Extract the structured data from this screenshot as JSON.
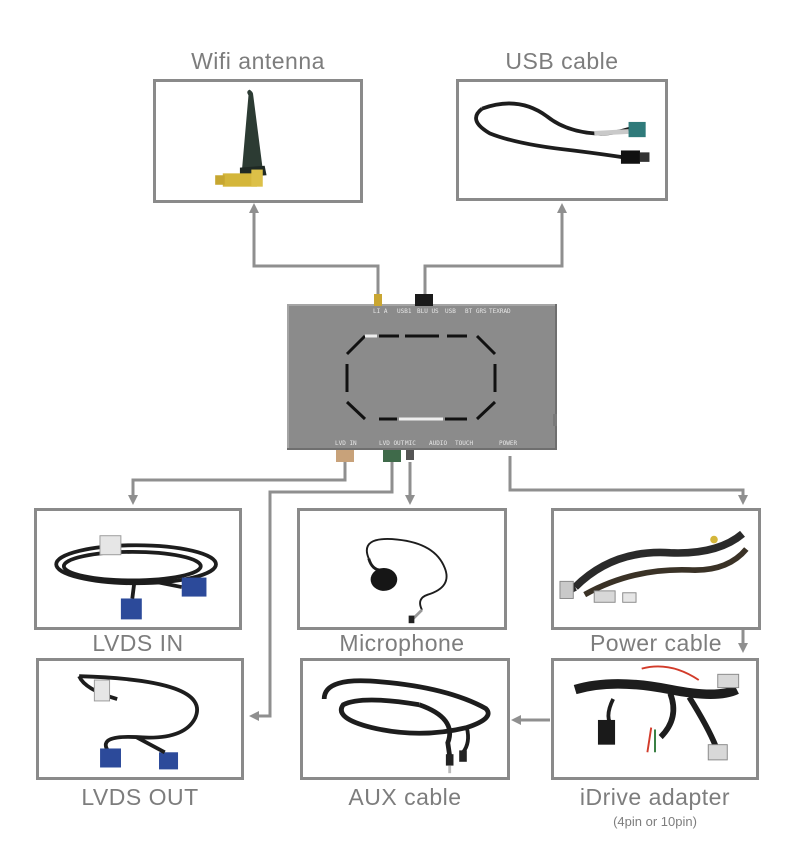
{
  "components": {
    "wifi_antenna": {
      "label": "Wifi antenna"
    },
    "usb_cable": {
      "label": "USB cable"
    },
    "lvds_in": {
      "label": "LVDS IN"
    },
    "microphone": {
      "label": "Microphone"
    },
    "power_cable": {
      "label": "Power cable"
    },
    "lvds_out": {
      "label": "LVDS OUT"
    },
    "aux_cable": {
      "label": "AUX cable"
    },
    "idrive_adapter": {
      "label": "iDrive adapter",
      "note": "(4pin or 10pin)"
    }
  },
  "colors": {
    "box_border": "#8a8a8a",
    "connector_line": "#8f8f8f",
    "label_text": "#7d7d7d",
    "device_body": "#8b8b8b",
    "cable_black": "#1d1d1d",
    "fakra_blue": "#2c4a9a",
    "antenna_green": "#2c3b33",
    "antenna_gold": "#d4b63a"
  }
}
